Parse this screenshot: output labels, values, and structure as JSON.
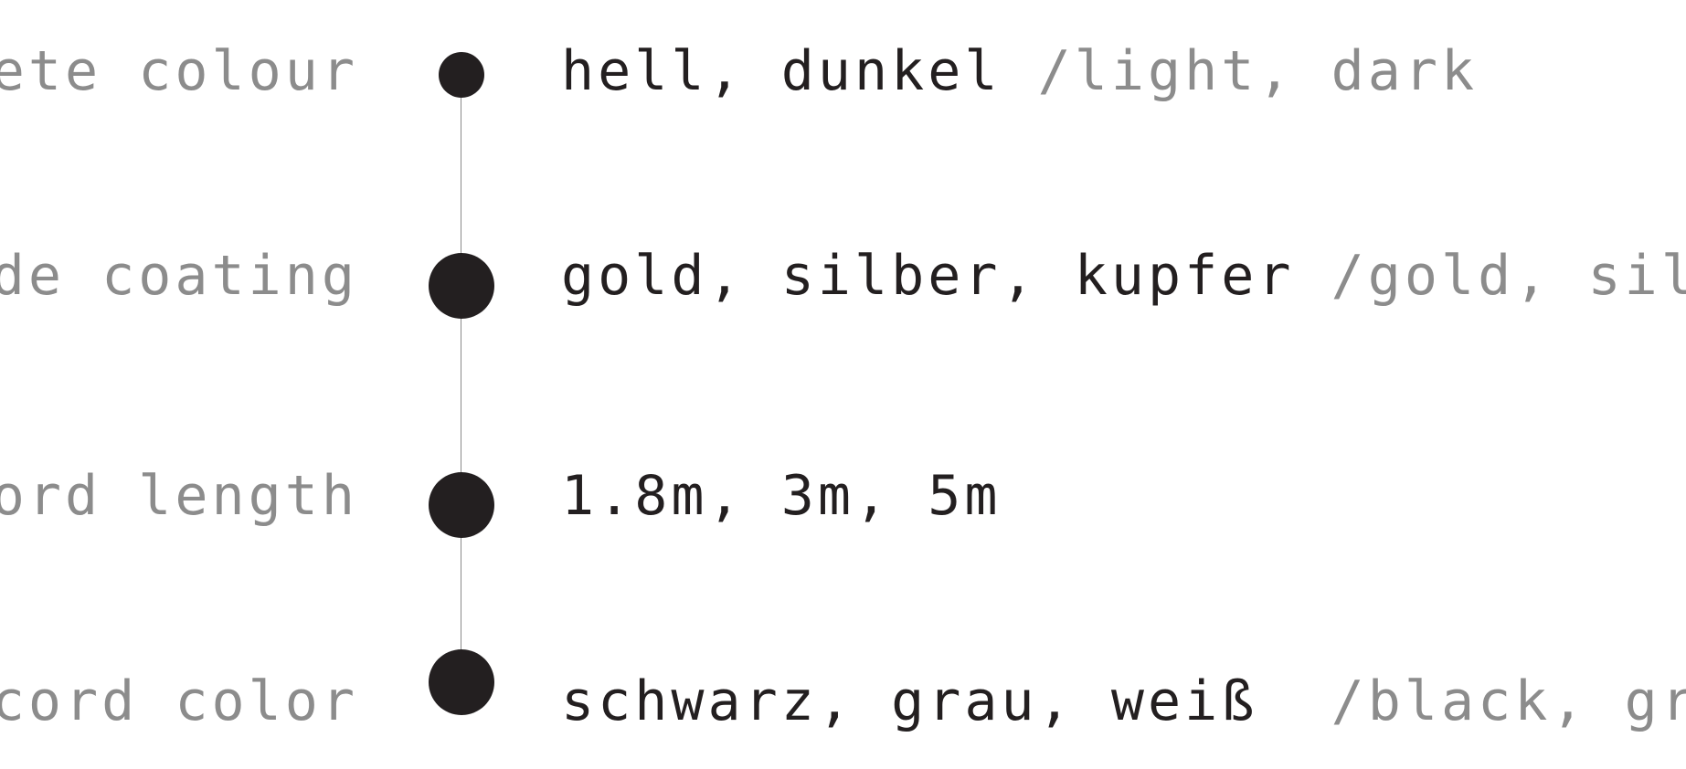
{
  "colors": {
    "dot": "#231f20",
    "line": "#8a8a8a",
    "primary_text": "#231f20",
    "secondary_text": "#8c8c8c"
  },
  "rows": [
    {
      "label": "ete colour",
      "values_de": "hell, dunkel",
      "values_en": "/light, dark"
    },
    {
      "label": "de coating",
      "values_de": "gold, silber, kupfer",
      "values_en": "/gold, sil"
    },
    {
      "label": "ord length",
      "values_de": "1.8m, 3m, 5m",
      "values_en": ""
    },
    {
      "label": "cord color",
      "values_de": "schwarz, grau, weiß",
      "values_en": " /black, gr"
    }
  ]
}
